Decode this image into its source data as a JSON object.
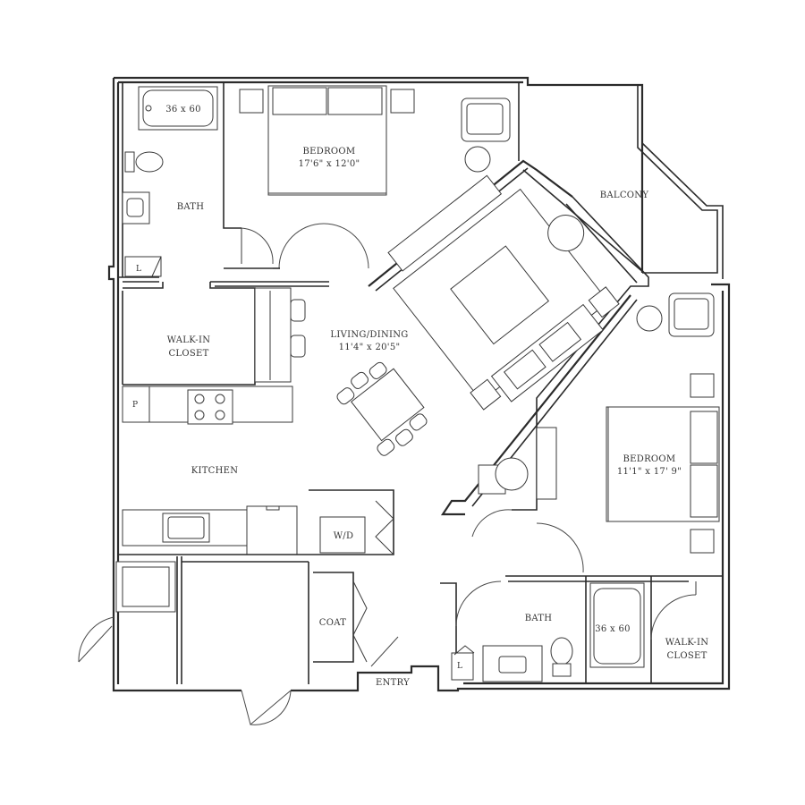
{
  "rooms": {
    "bedroom_1": {
      "name": "BEDROOM",
      "size": "17'6\" x 12'0\""
    },
    "living_dining": {
      "name": "LIVING/DINING",
      "size": "11'4\" x 20'5\""
    },
    "bedroom_2": {
      "name": "BEDROOM",
      "size": "11'1\" x 17' 9\""
    },
    "bath_1": {
      "name": "BATH"
    },
    "bath_2": {
      "name": "BATH"
    },
    "walkin_1": {
      "line1": "WALK-IN",
      "line2": "CLOSET"
    },
    "walkin_2": {
      "line1": "WALK-IN",
      "line2": "CLOSET"
    },
    "kitchen": {
      "name": "KITCHEN"
    },
    "balcony": {
      "name": "BALCONY"
    },
    "coat": {
      "name": "COAT"
    },
    "entry": {
      "name": "ENTRY"
    }
  },
  "fixtures": {
    "tub_1": "36 x 60",
    "tub_2": "36 x 60",
    "washer_dryer": "W/D",
    "linen_1": "L",
    "linen_2": "L",
    "pantry": "P"
  }
}
